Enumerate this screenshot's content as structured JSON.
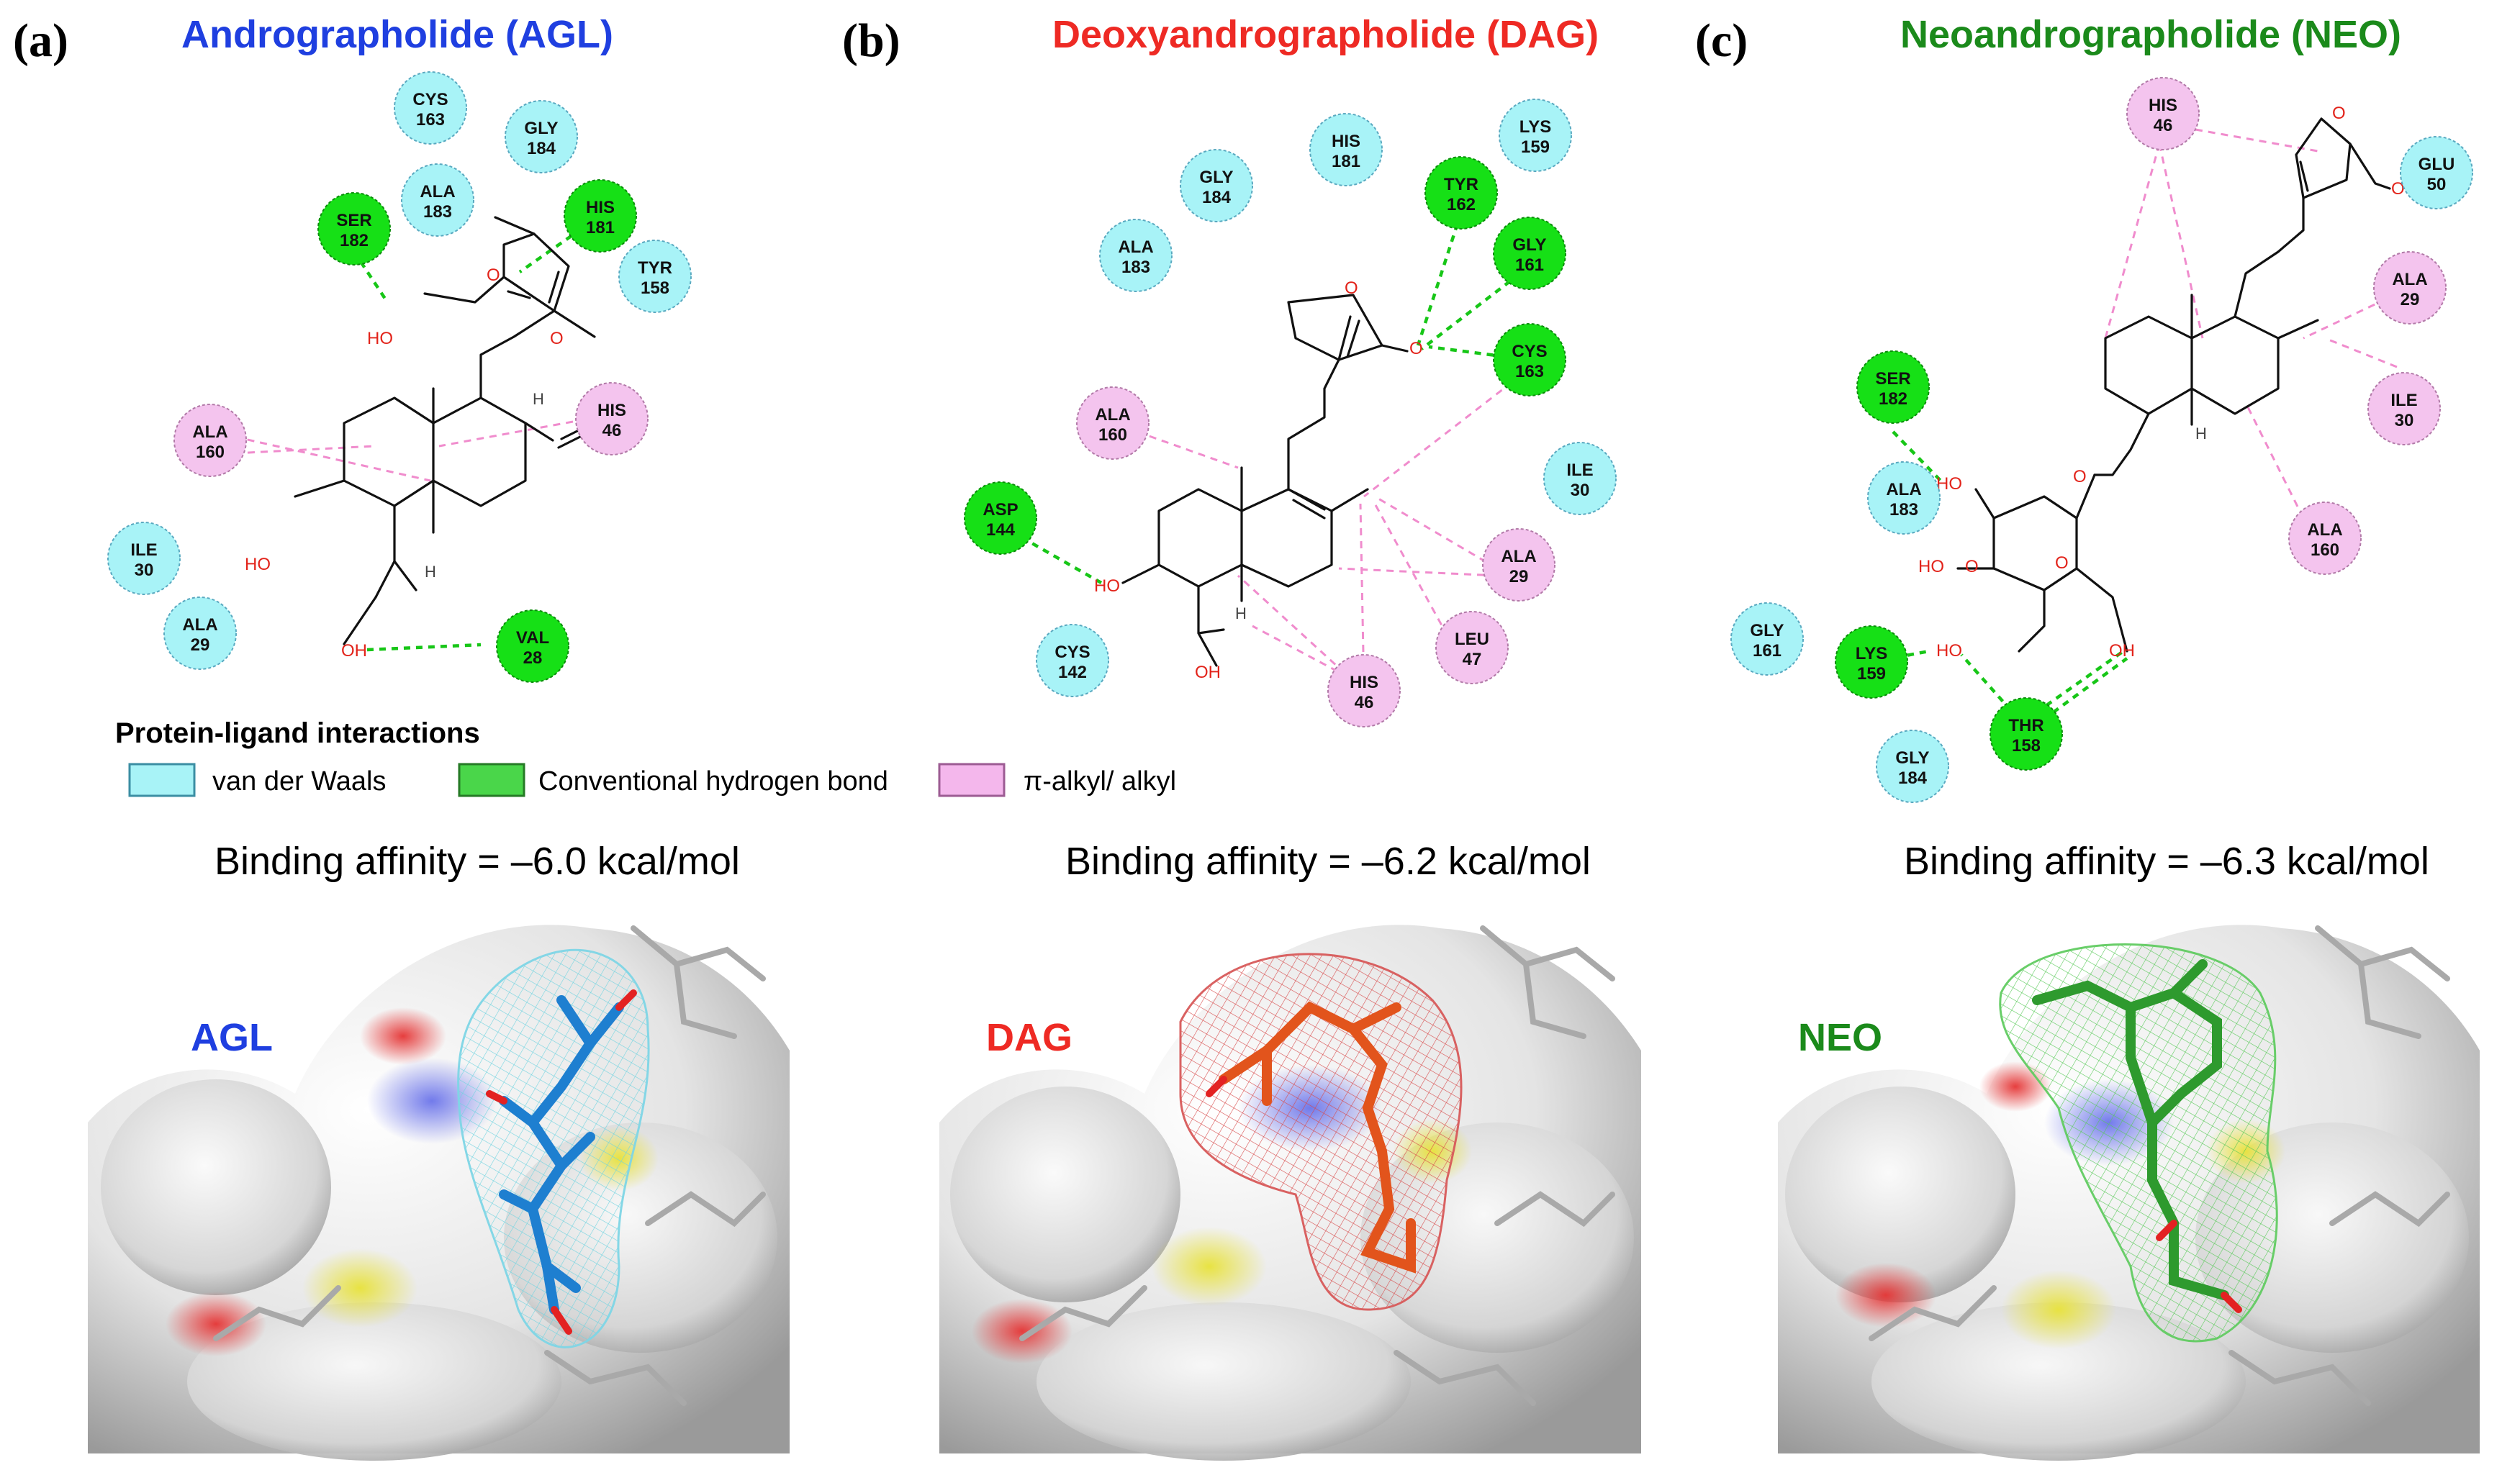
{
  "colors": {
    "vdw_fill": "#a8f3f7",
    "vdw_stroke": "#5aa9c0",
    "hbond_fill": "#16e016",
    "hbond_stroke": "#0c8c0c",
    "alkyl_fill": "#f4c4ee",
    "alkyl_stroke": "#b27aa8",
    "agl": "#1f3fe0",
    "dag": "#ee2a24",
    "neo": "#1b8a1b"
  },
  "panels": [
    {
      "label": "(a)",
      "title": "Andrographolide (AGL)",
      "color_key": "agl",
      "affinity": "Binding affinity = –6.0 kcal/mol",
      "short": "AGL",
      "residues": [
        {
          "name": "CYS",
          "num": "163",
          "type": "vdw"
        },
        {
          "name": "GLY",
          "num": "184",
          "type": "vdw"
        },
        {
          "name": "ALA",
          "num": "183",
          "type": "vdw"
        },
        {
          "name": "SER",
          "num": "182",
          "type": "hbond"
        },
        {
          "name": "HIS",
          "num": "181",
          "type": "hbond"
        },
        {
          "name": "TYR",
          "num": "158",
          "type": "vdw"
        },
        {
          "name": "HIS",
          "num": "46",
          "type": "alkyl"
        },
        {
          "name": "ALA",
          "num": "160",
          "type": "alkyl"
        },
        {
          "name": "ILE",
          "num": "30",
          "type": "vdw"
        },
        {
          "name": "ALA",
          "num": "29",
          "type": "vdw"
        },
        {
          "name": "VAL",
          "num": "28",
          "type": "hbond"
        }
      ],
      "atoms": [
        "HO",
        "O",
        "O",
        "H",
        "HO",
        "H",
        "OH"
      ]
    },
    {
      "label": "(b)",
      "title": "Deoxyandrographolide (DAG)",
      "color_key": "dag",
      "affinity": "Binding affinity = –6.2 kcal/mol",
      "short": "DAG",
      "residues": [
        {
          "name": "GLY",
          "num": "184",
          "type": "vdw"
        },
        {
          "name": "HIS",
          "num": "181",
          "type": "vdw"
        },
        {
          "name": "LYS",
          "num": "159",
          "type": "vdw"
        },
        {
          "name": "TYR",
          "num": "162",
          "type": "hbond"
        },
        {
          "name": "ALA",
          "num": "183",
          "type": "vdw"
        },
        {
          "name": "GLY",
          "num": "161",
          "type": "hbond"
        },
        {
          "name": "CYS",
          "num": "163",
          "type": "hbond"
        },
        {
          "name": "ALA",
          "num": "160",
          "type": "alkyl"
        },
        {
          "name": "ILE",
          "num": "30",
          "type": "vdw"
        },
        {
          "name": "ASP",
          "num": "144",
          "type": "hbond"
        },
        {
          "name": "ALA",
          "num": "29",
          "type": "alkyl"
        },
        {
          "name": "LEU",
          "num": "47",
          "type": "alkyl"
        },
        {
          "name": "CYS",
          "num": "142",
          "type": "vdw"
        },
        {
          "name": "HIS",
          "num": "46",
          "type": "alkyl"
        }
      ],
      "atoms": [
        "O",
        "O",
        "HO",
        "H",
        "OH"
      ]
    },
    {
      "label": "(c)",
      "title": "Neoandrographolide (NEO)",
      "color_key": "neo",
      "affinity": "Binding affinity = –6.3 kcal/mol",
      "short": "NEO",
      "residues": [
        {
          "name": "HIS",
          "num": "46",
          "type": "alkyl"
        },
        {
          "name": "GLU",
          "num": "50",
          "type": "vdw"
        },
        {
          "name": "ALA",
          "num": "29",
          "type": "alkyl"
        },
        {
          "name": "SER",
          "num": "182",
          "type": "hbond"
        },
        {
          "name": "ILE",
          "num": "30",
          "type": "alkyl"
        },
        {
          "name": "ALA",
          "num": "183",
          "type": "vdw"
        },
        {
          "name": "ALA",
          "num": "160",
          "type": "alkyl"
        },
        {
          "name": "GLY",
          "num": "161",
          "type": "vdw"
        },
        {
          "name": "LYS",
          "num": "159",
          "type": "hbond"
        },
        {
          "name": "THR",
          "num": "158",
          "type": "hbond"
        },
        {
          "name": "GLY",
          "num": "184",
          "type": "vdw"
        }
      ],
      "atoms": [
        "O",
        "O",
        "H",
        "HO",
        "O",
        "O",
        "HO",
        "O",
        "HO",
        "OH"
      ]
    }
  ],
  "legend": {
    "title": "Protein-ligand interactions",
    "items": [
      {
        "label": "van der Waals",
        "type": "vdw"
      },
      {
        "label": "Conventional hydrogen bond",
        "type": "hbond"
      },
      {
        "label": "π-alkyl/ alkyl",
        "type": "alkyl"
      }
    ]
  }
}
